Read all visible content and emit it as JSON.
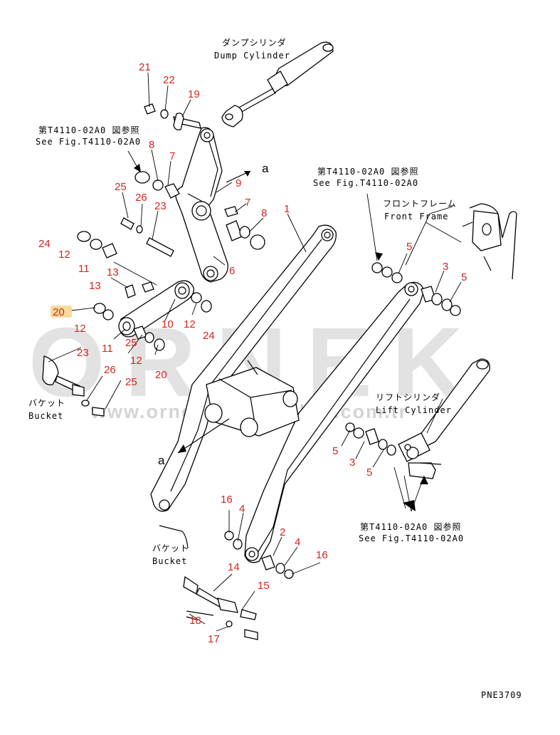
{
  "labels": {
    "dump_cylinder_jp": "ダンプシリンダ",
    "dump_cylinder_en": "Dump Cylinder",
    "ref_top_jp": "第T4110-02A0 図参照",
    "ref_top_en": "See Fig.T4110-02A0",
    "ref_mid_jp": "第T4110-02A0 図参照",
    "ref_mid_en": "See Fig.T4110-02A0",
    "front_frame_jp": "フロントフレーム",
    "front_frame_en": "Front Frame",
    "lift_cylinder_jp": "リフトシリンダ",
    "lift_cylinder_en": "Lift Cylinder",
    "ref_bottom_jp": "第T4110-02A0 図参照",
    "ref_bottom_en": "See Fig.T4110-02A0",
    "bucket_left_jp": "バケット",
    "bucket_left_en": "Bucket",
    "bucket_bottom_jp": "バケット",
    "bucket_bottom_en": "Bucket",
    "drawing_code": "PNE3709",
    "arrow_a_upper": "a",
    "arrow_a_lower": "a"
  },
  "callouts": {
    "c21": "21",
    "c22": "22",
    "c19": "19",
    "c8a": "8",
    "c7a": "7",
    "c9": "9",
    "c25a": "25",
    "c26a": "26",
    "c23a": "23",
    "c7b": "7",
    "c8b": "8",
    "c1": "1",
    "c24a": "24",
    "c12a": "12",
    "c11a": "11",
    "c13a": "13",
    "c6": "6",
    "c13b": "13",
    "c20a": "20",
    "c12b": "12",
    "c10": "10",
    "c12c": "12",
    "c24b": "24",
    "c11b": "11",
    "c25b": "25",
    "c12d": "12",
    "c20b": "20",
    "c23b": "23",
    "c26b": "26",
    "c5a": "5",
    "c3a": "3",
    "c5b": "5",
    "c5c": "5",
    "c3b": "3",
    "c5d": "5",
    "c16a": "16",
    "c4a": "4",
    "c2": "2",
    "c4b": "4",
    "c16b": "16",
    "c14": "14",
    "c15": "15",
    "c18": "18",
    "c17": "17"
  },
  "watermark": {
    "brand": "ORNEK",
    "url": "www.ornekismakinalari.com.tr"
  },
  "colors": {
    "line": "#000000",
    "callout": "#d2261e",
    "highlight": "#f6d58a",
    "watermark": "#9a9a9a"
  }
}
